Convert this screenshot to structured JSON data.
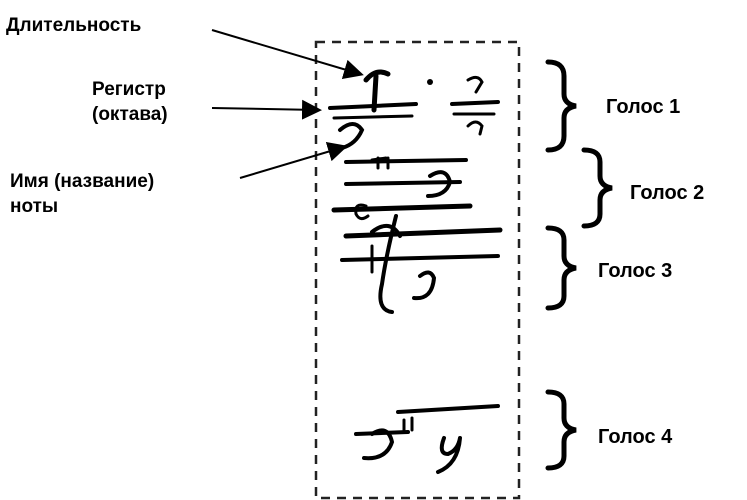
{
  "labels": {
    "duration": "Длительность",
    "register_line1": "Регистр",
    "register_line2": "(октава)",
    "name_line1": "Имя (название)",
    "name_line2": "ноты"
  },
  "voices": [
    "Голос 1",
    "Голос 2",
    "Голос 3",
    "Голос 4"
  ],
  "colors": {
    "ink": "#000000",
    "background": "#ffffff"
  }
}
